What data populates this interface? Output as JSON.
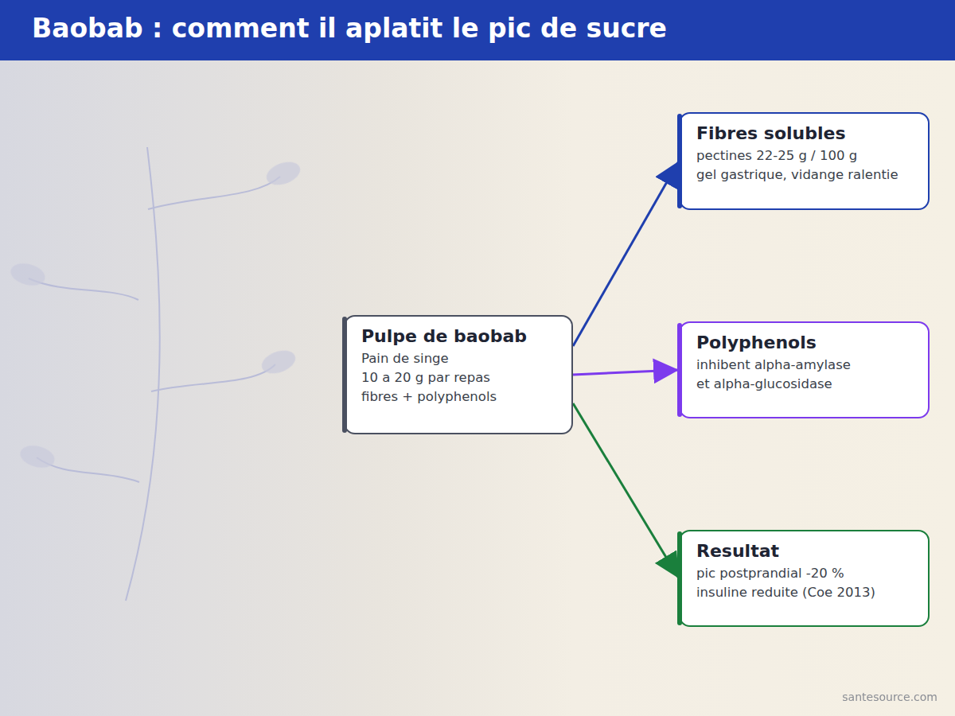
{
  "diagram": {
    "title": "Baobab : comment il aplatit le pic de sucre",
    "nodes": [
      {
        "text": [
          "Pulpe de baobab",
          "Pain de singe",
          "10 a 20 g par repas",
          "fibres + polyphenols"
        ]
      },
      {
        "text": [
          "Fibres solubles",
          "pectines 22-25 g / 100 g",
          "gel gastrique, vidange ralentie"
        ]
      },
      {
        "text": [
          "Polyphenols",
          "inhibent alpha-amylase",
          "et alpha-glucosidase"
        ]
      },
      {
        "text": [
          "Resultat",
          "pic postprandial -20 %",
          "insuline reduite (Coe 2013)"
        ]
      }
    ],
    "edges": [
      {
        "from": 0,
        "to": 1,
        "arrow": "to"
      },
      {
        "from": 0,
        "to": 2,
        "arrow": "to"
      },
      {
        "from": 0,
        "to": 3,
        "arrow": "to"
      }
    ],
    "labels": [
      "santesource.com"
    ]
  }
}
